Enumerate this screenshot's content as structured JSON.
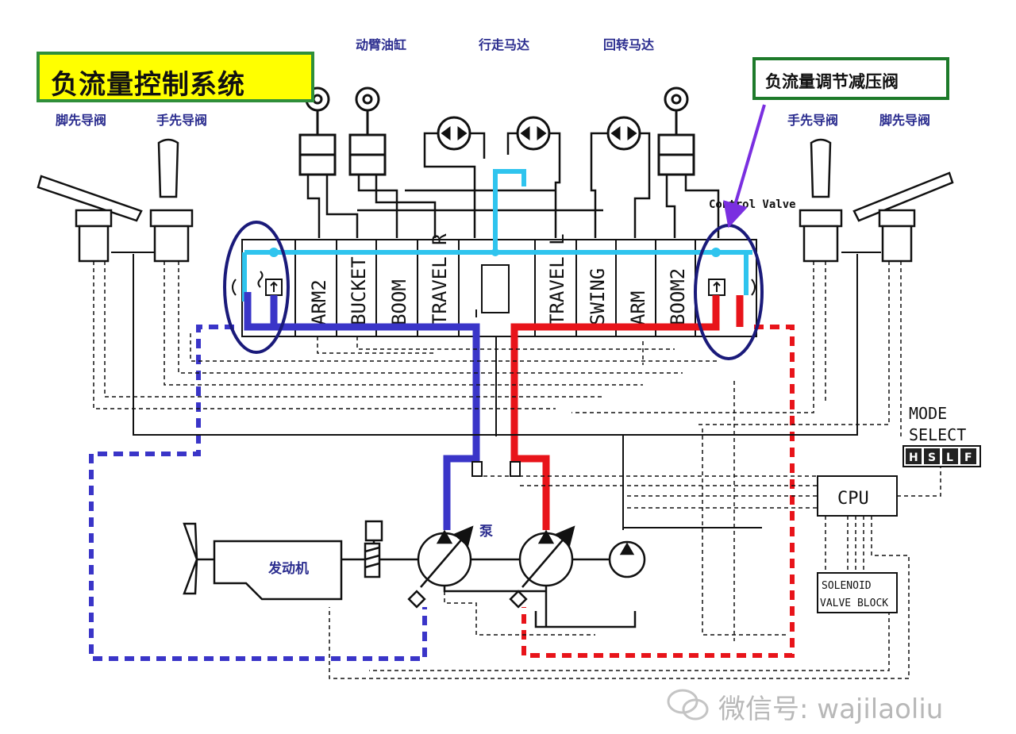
{
  "title": "负流量控制系统",
  "regulator_label": "负流量调节减压阀",
  "actuator_labels": {
    "cylinders": "动臂油缸",
    "travel_motor": "行走马达",
    "swing_motor": "回转马达"
  },
  "pilot_left": {
    "foot": "脚先导阀",
    "hand": "手先导阀"
  },
  "pilot_right": {
    "hand": "手先导阀",
    "foot": "脚先导阀"
  },
  "control_valve_label": "Control Valve",
  "spools": [
    "ARM2",
    "BUCKET",
    "BOOM",
    "TRAVEL R",
    "",
    "TRAVEL L",
    "SWING",
    "ARM",
    "BOOM2"
  ],
  "mode_select": {
    "title_line1": "MODE",
    "title_line2": "SELECT",
    "buttons": [
      "H",
      "S",
      "L",
      "F"
    ]
  },
  "cpu_label": "CPU",
  "solenoid": {
    "line1": "SOLENOID",
    "line2": "VALVE BLOCK"
  },
  "engine_label": "发动机",
  "pump_label": "泵",
  "watermark": "微信号: wajilaoliu",
  "colors": {
    "title_bg": "#ffff00",
    "title_border": "#2f8f3a",
    "left_line": "#3a35c8",
    "right_line": "#e8141a",
    "center_line": "#2fc4ee",
    "ellipse": "#1a1a7a",
    "arrow": "#7a2fe0"
  }
}
